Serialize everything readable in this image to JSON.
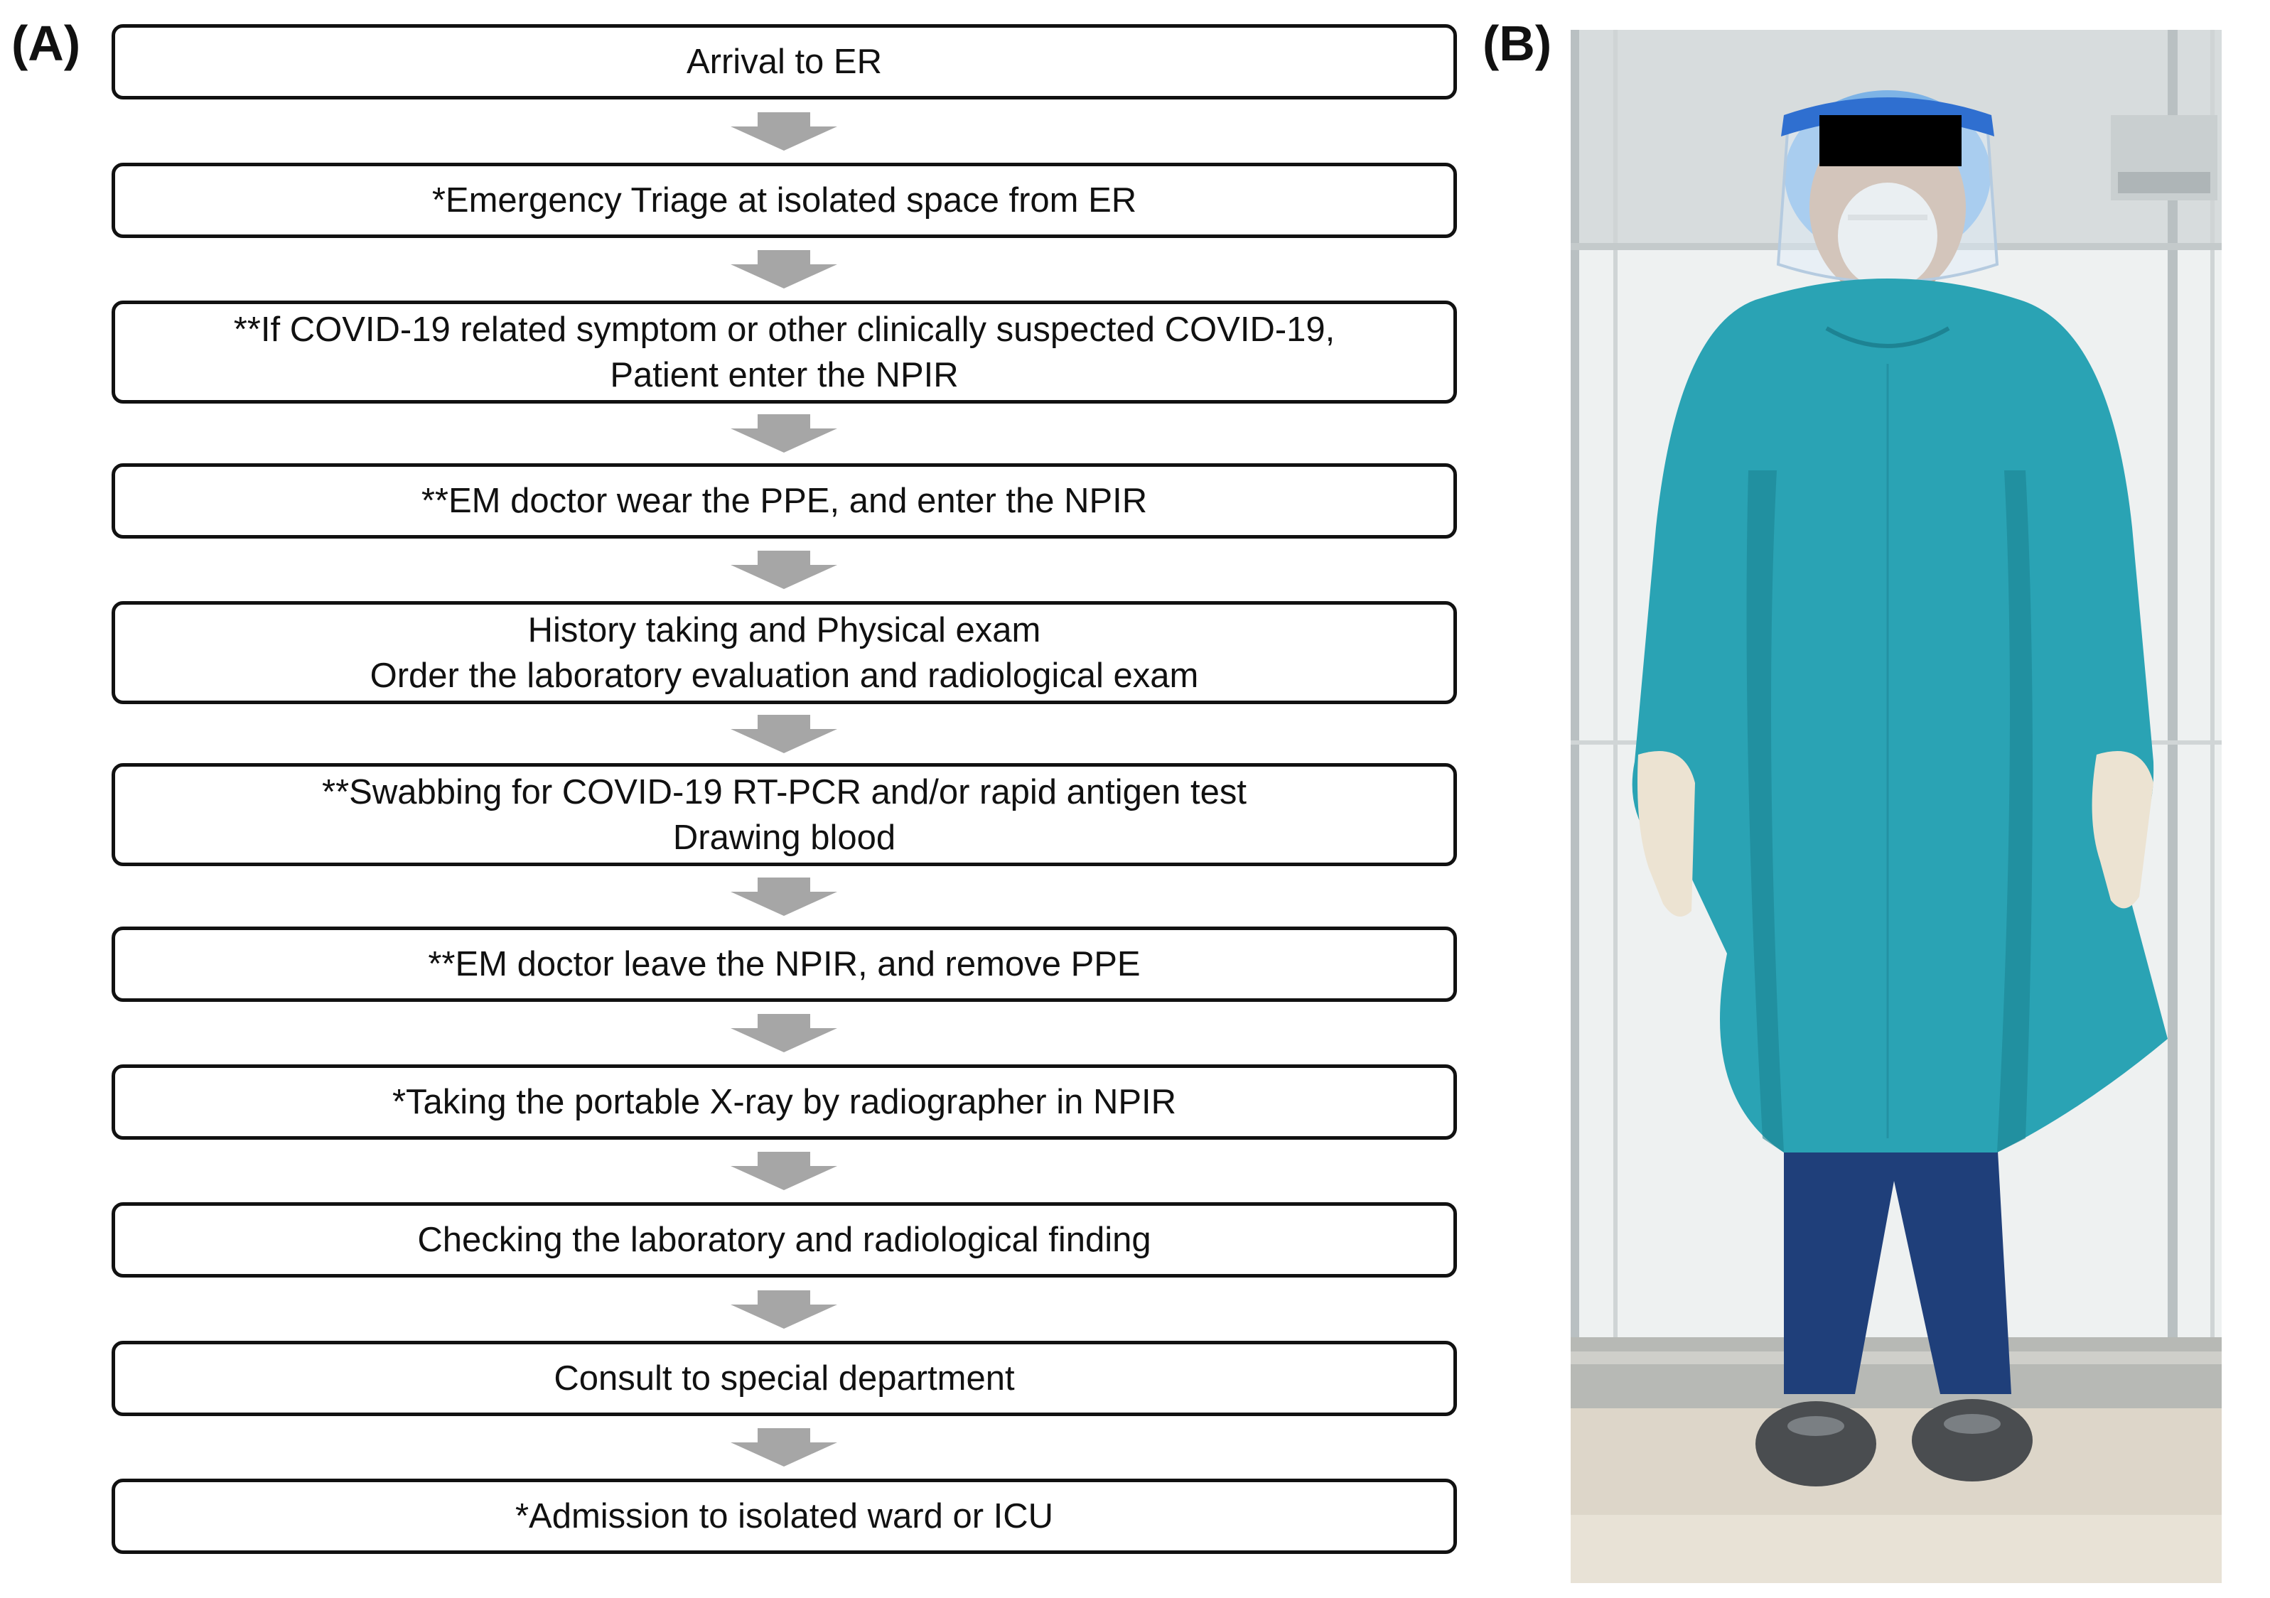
{
  "panels": {
    "a_label": "(A)",
    "b_label": "(B)"
  },
  "flowchart": {
    "steps": [
      {
        "lines": [
          "Arrival to ER"
        ]
      },
      {
        "lines": [
          "*Emergency Triage at isolated space from ER"
        ]
      },
      {
        "lines": [
          "**If COVID-19 related symptom or other clinically suspected COVID-19,",
          "Patient enter the NPIR"
        ]
      },
      {
        "lines": [
          "**EM doctor wear the PPE, and enter the NPIR"
        ]
      },
      {
        "lines": [
          "History taking and Physical exam",
          "Order the laboratory evaluation and radiological exam"
        ]
      },
      {
        "lines": [
          "**Swabbing for COVID-19 RT-PCR and/or rapid antigen test",
          "Drawing blood"
        ]
      },
      {
        "lines": [
          "**EM doctor leave the NPIR, and remove PPE"
        ]
      },
      {
        "lines": [
          "*Taking the portable X-ray by radiographer in NPIR"
        ]
      },
      {
        "lines": [
          "Checking the laboratory and radiological finding"
        ]
      },
      {
        "lines": [
          "Consult to special department"
        ]
      },
      {
        "lines": [
          "*Admission to isolated ward or ICU"
        ]
      }
    ],
    "colors": {
      "box_border": "#111111",
      "arrow": "#a6a6a6"
    }
  },
  "photo": {
    "colors": {
      "gown": "#2aa3b4",
      "gown_shadow": "#1d8393",
      "pants": "#1f3f7a",
      "gloves": "#ece3d2",
      "face_shield_band": "#2f6fd0",
      "wall": "#e9ecec",
      "floor": "#dcd4c6",
      "shoes": "#4a4d50"
    }
  }
}
